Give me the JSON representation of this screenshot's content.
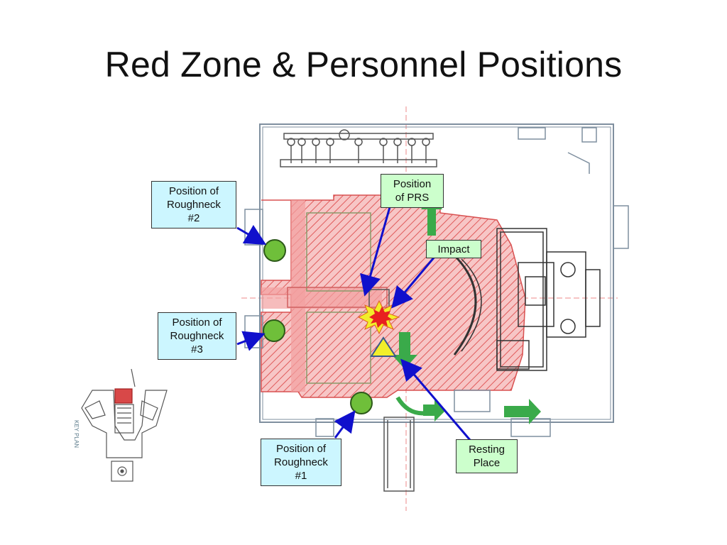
{
  "slide": {
    "title": "Red Zone & Personnel Positions"
  },
  "callouts": {
    "roughneck2": "Position of\nRoughneck\n#2",
    "roughneck3": "Position of\nRoughneck\n#3",
    "roughneck1": "Position of\nRoughneck\n#1",
    "prs": "Position\nof PRS",
    "impact": "Impact",
    "resting": "Resting\nPlace"
  },
  "key_plan": {
    "label": "KEY PLAN"
  },
  "colors": {
    "red_zone": "#f2a0a0",
    "callout_blue": "#ccf6ff",
    "callout_green": "#ccffcc",
    "arrow_blue": "#1010cc",
    "personnel_green": "#6fbf3a",
    "resting_yellow": "#f2ee2a",
    "direction_green": "#3aaa4a"
  }
}
